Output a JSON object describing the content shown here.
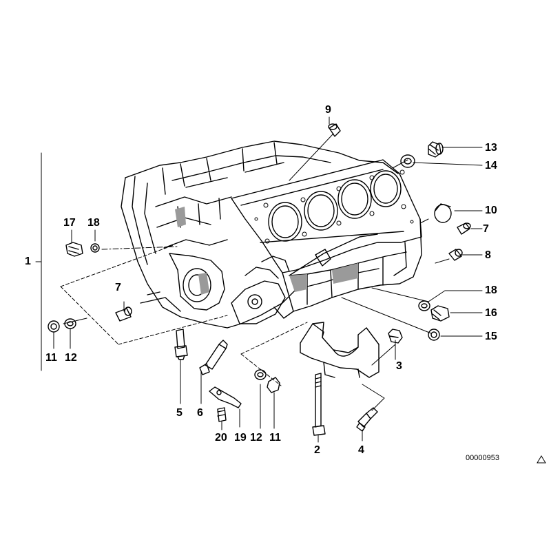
{
  "diagram": {
    "callouts": [
      {
        "id": "c1",
        "label": "1"
      },
      {
        "id": "c2",
        "label": "2"
      },
      {
        "id": "c3",
        "label": "3"
      },
      {
        "id": "c4",
        "label": "4"
      },
      {
        "id": "c5",
        "label": "5"
      },
      {
        "id": "c6",
        "label": "6"
      },
      {
        "id": "c7a",
        "label": "7"
      },
      {
        "id": "c7b",
        "label": "7"
      },
      {
        "id": "c8",
        "label": "8"
      },
      {
        "id": "c9",
        "label": "9"
      },
      {
        "id": "c10",
        "label": "10"
      },
      {
        "id": "c11a",
        "label": "11"
      },
      {
        "id": "c11b",
        "label": "11"
      },
      {
        "id": "c12a",
        "label": "12"
      },
      {
        "id": "c12b",
        "label": "12"
      },
      {
        "id": "c13",
        "label": "13"
      },
      {
        "id": "c14",
        "label": "14"
      },
      {
        "id": "c15",
        "label": "15"
      },
      {
        "id": "c16",
        "label": "16"
      },
      {
        "id": "c17",
        "label": "17"
      },
      {
        "id": "c18a",
        "label": "18"
      },
      {
        "id": "c18b",
        "label": "18"
      },
      {
        "id": "c19",
        "label": "19"
      },
      {
        "id": "c20",
        "label": "20"
      }
    ],
    "document_id": "00000953",
    "corner_icon": "triangle-outline-icon",
    "colors": {
      "ink": "#000000",
      "background": "#ffffff",
      "shade": "#9a9a9a"
    }
  }
}
